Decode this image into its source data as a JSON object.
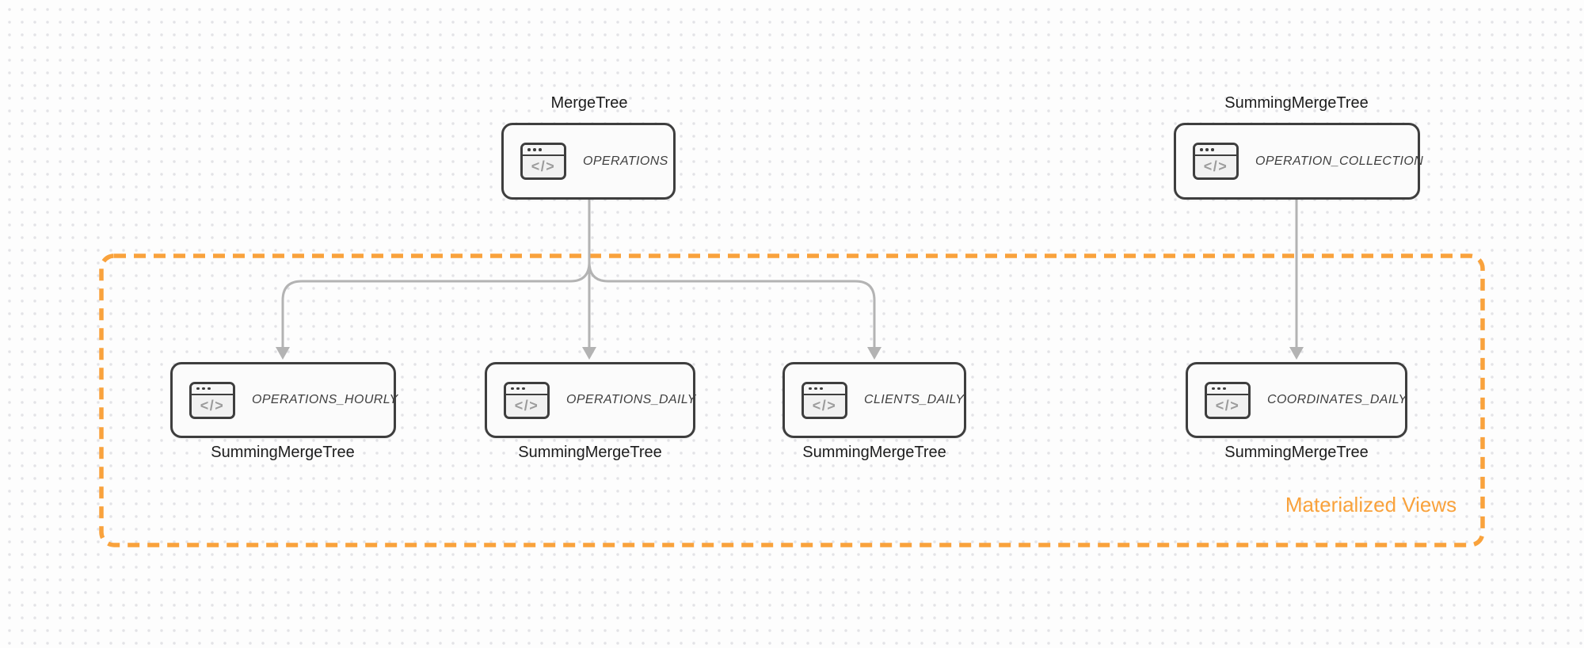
{
  "diagram": {
    "group": {
      "label": "Materialized Views"
    },
    "icon_glyph": "</>",
    "colors": {
      "accent_orange": "#F9A23C",
      "edge_gray": "#B3B3B3",
      "node_border": "#3E3E3E"
    },
    "nodes": [
      {
        "engine": "MergeTree",
        "name": "OPERATIONS"
      },
      {
        "engine": "SummingMergeTree",
        "name": "OPERATION_COLLECTION"
      },
      {
        "engine": "SummingMergeTree",
        "name": "OPERATIONS_HOURLY"
      },
      {
        "engine": "SummingMergeTree",
        "name": "OPERATIONS_DAILY"
      },
      {
        "engine": "SummingMergeTree",
        "name": "CLIENTS_DAILY"
      },
      {
        "engine": "SummingMergeTree",
        "name": "COORDINATES_DAILY"
      }
    ]
  }
}
